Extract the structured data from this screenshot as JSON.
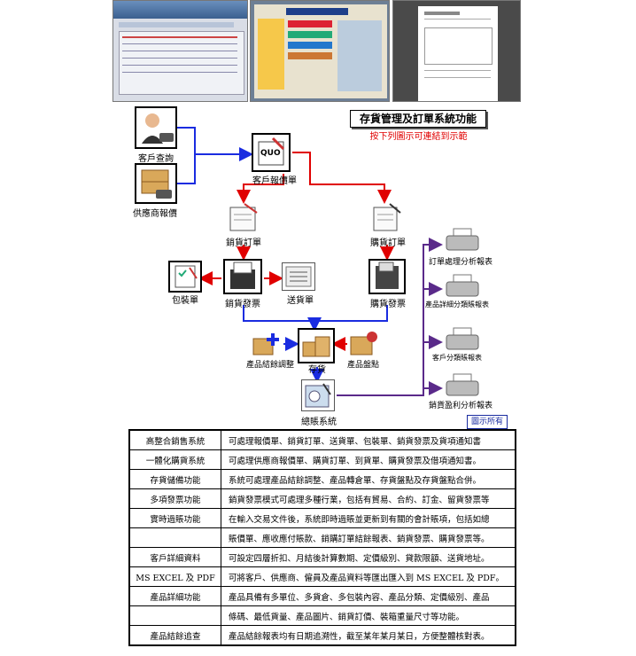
{
  "title": "存貨管理及訂單系統功能",
  "subtitle": "按下列圖示可連結到示範",
  "nodes": {
    "customer_query": "客戶查詢",
    "supplier_quote": "供應商報價",
    "customer_quote": "客戶報價單",
    "sales_order": "銷貨訂單",
    "purchase_order": "購貨訂單",
    "packing_list": "包裝單",
    "sales_invoice": "銷貨發票",
    "delivery_note": "送貨單",
    "purchase_invoice": "購貨發票",
    "product_adjust": "產品結餘調整",
    "inventory": "存貨",
    "stocktake": "產品盤點",
    "ledger": "總賬系統",
    "report_order": "訂單處理分析報表",
    "report_product": "產品詳細分類賬報表",
    "report_customer": "客戶分類賬報表",
    "report_profit": "銷貨盈利分析報表",
    "quote_icon_text": "QUO"
  },
  "tag": "圖示所有",
  "features": [
    {
      "key": "高整合銷售系統",
      "value": "可處理報價單、銷貨訂單、送貨單、包裝單、銷貨發票及貨項通知書"
    },
    {
      "key": "一體化購貨系統",
      "value": "可處理供應商報價單、購貨訂單、到貨單、購貨發票及借項通知書。"
    },
    {
      "key": "存貨儲備功能",
      "value": "系統可處理產品結餘調整、產品轉倉單、存貨盤點及存貨盤點合併。"
    },
    {
      "key": "多項發票功能",
      "value": "銷貨發票模式可處理多種行業，包括有貿易、合約、訂金、留貨發票等"
    },
    {
      "key": "實時過賬功能",
      "value": "在輸入交易文件後，系統即時過賬並更新到有關的會計賬項，包括如總"
    },
    {
      "key": "",
      "value": "賬價單、應收應付賬款、銷購訂單結餘報表、銷貨發票、購貨發票等。"
    },
    {
      "key": "客戶詳細資料",
      "value": "可設定四層折扣、月結後計算數期、定價級別、貸款限額、送貨地址。"
    },
    {
      "key": "MS EXCEL 及 PDF",
      "value": "可將客戶、供應商、僱員及產品資料等匯出匯入到 MS EXCEL 及 PDF。"
    },
    {
      "key": "產品詳細功能",
      "value": "產品具備有多單位、多貨倉、多包裝內容、產品分類、定價級別、產品"
    },
    {
      "key": "",
      "value": "條碼、最低貨量、產品圖片、銷貨訂價、裝箱重量尺寸等功能。"
    },
    {
      "key": "產品結餘追查",
      "value": "產品結餘報表均有日期追溯性，截至某年某月某日，方便整體核對表。"
    }
  ],
  "colors": {
    "blue": "#1a2ce0",
    "red": "#e00000",
    "purple": "#5a2a8a",
    "accent_title": "#e00000"
  }
}
